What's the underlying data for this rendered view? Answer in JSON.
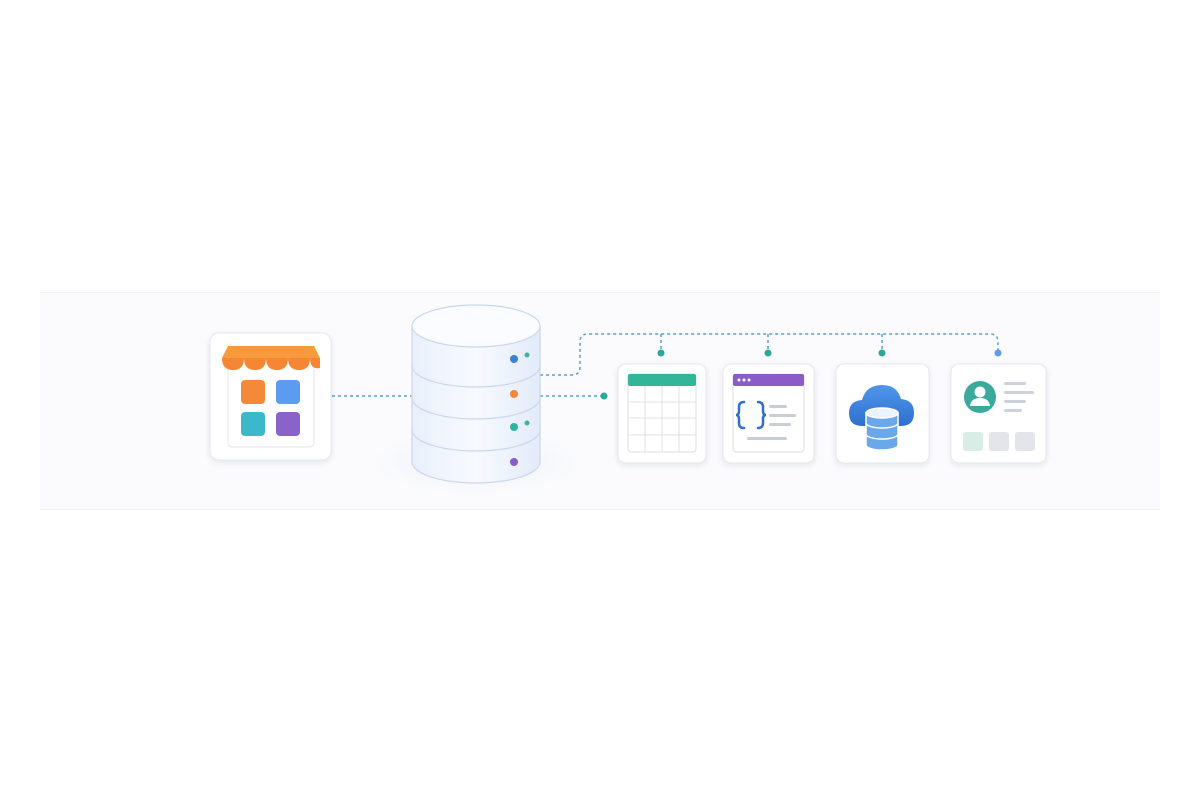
{
  "colors": {
    "orange": "#f58634",
    "blue": "#5b9cf0",
    "teal": "#3bb8c9",
    "purple": "#8a63c9",
    "green_header": "#33b59a",
    "purple_header": "#8b5cc7",
    "cloud_blue": "#3f87e0",
    "avatar_teal": "#3aaa9d",
    "connector": "#5b9fd0"
  },
  "nodes": {
    "source": {
      "icon": "storefront-icon"
    },
    "hub": {
      "icon": "database-icon",
      "indicators": [
        "blue",
        "orange",
        "teal",
        "purple"
      ]
    },
    "destinations": [
      {
        "icon": "spreadsheet-icon"
      },
      {
        "icon": "code-editor-icon"
      },
      {
        "icon": "cloud-database-icon"
      },
      {
        "icon": "user-profile-icon"
      }
    ]
  }
}
